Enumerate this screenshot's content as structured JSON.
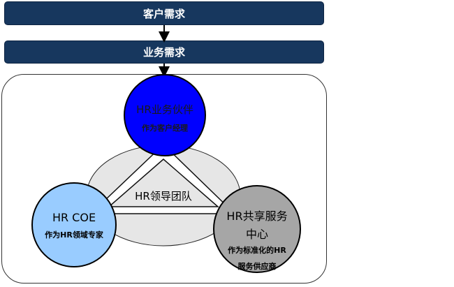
{
  "top_bar": {
    "label": "客户需求"
  },
  "second_bar": {
    "label": "业务需求"
  },
  "center_label": "HR领导团队",
  "nodes": {
    "partner": {
      "title": "HR业务伙伴",
      "subtitle": "作为客户经理"
    },
    "coe": {
      "title": "HR COE",
      "subtitle": "作为HR领域专家"
    },
    "ssc": {
      "title_line1": "HR共享服务",
      "title_line2": "中心",
      "subtitle_line1": "作为标准化的HR",
      "subtitle_line2": "服务供应商"
    }
  },
  "colors": {
    "bar": "#17375e",
    "partner_circle": "#0000ff",
    "coe_circle": "#99ccff",
    "ssc_circle": "#a6a6a6",
    "ellipse": "#e6e6e6"
  }
}
